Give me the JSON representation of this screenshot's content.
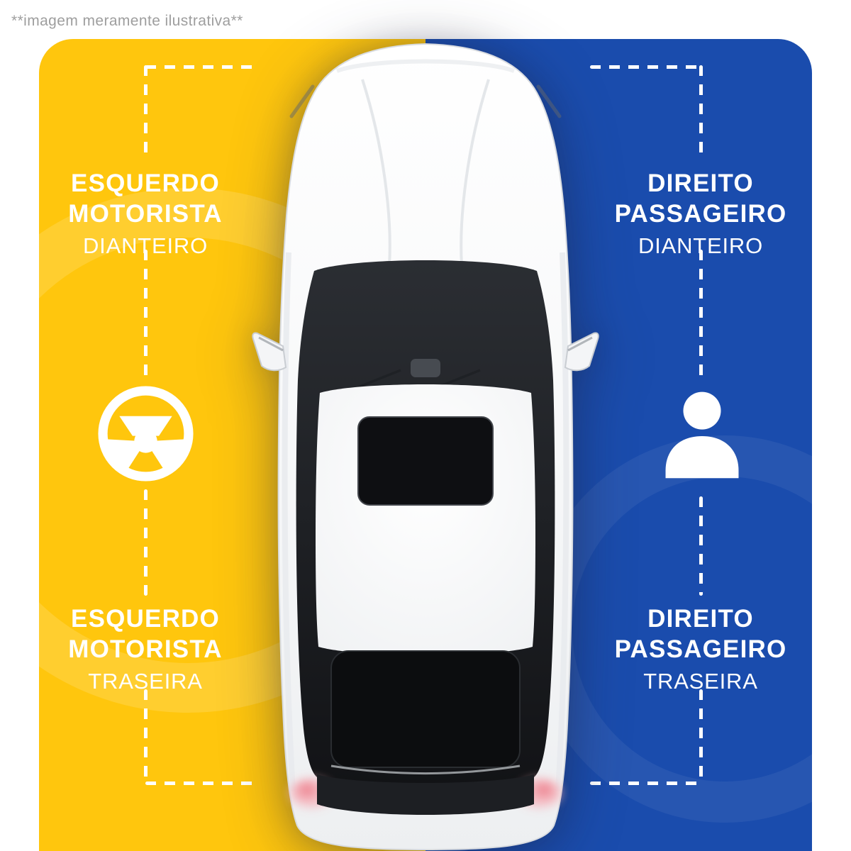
{
  "disclaimer": "**imagem meramente ilustrativa**",
  "panels": {
    "left": {
      "side": "driver",
      "color": "#FFC60D"
    },
    "right": {
      "side": "passenger",
      "color": "#1A4CAD"
    }
  },
  "labels": {
    "front_left": {
      "line1": "ESQUERDO",
      "line2": "MOTORISTA",
      "line3": "DIANTEIRO"
    },
    "front_right": {
      "line1": "DIREITO",
      "line2": "PASSAGEIRO",
      "line3": "DIANTEIRO"
    },
    "rear_left": {
      "line1": "ESQUERDO",
      "line2": "MOTORISTA",
      "line3": "TRASEIRA"
    },
    "rear_right": {
      "line1": "DIREITO",
      "line2": "PASSAGEIRO",
      "line3": "TRASEIRA"
    }
  },
  "icons": {
    "left": "steering-wheel-icon",
    "right": "passenger-icon"
  },
  "guide_color": "#FFFFFF"
}
